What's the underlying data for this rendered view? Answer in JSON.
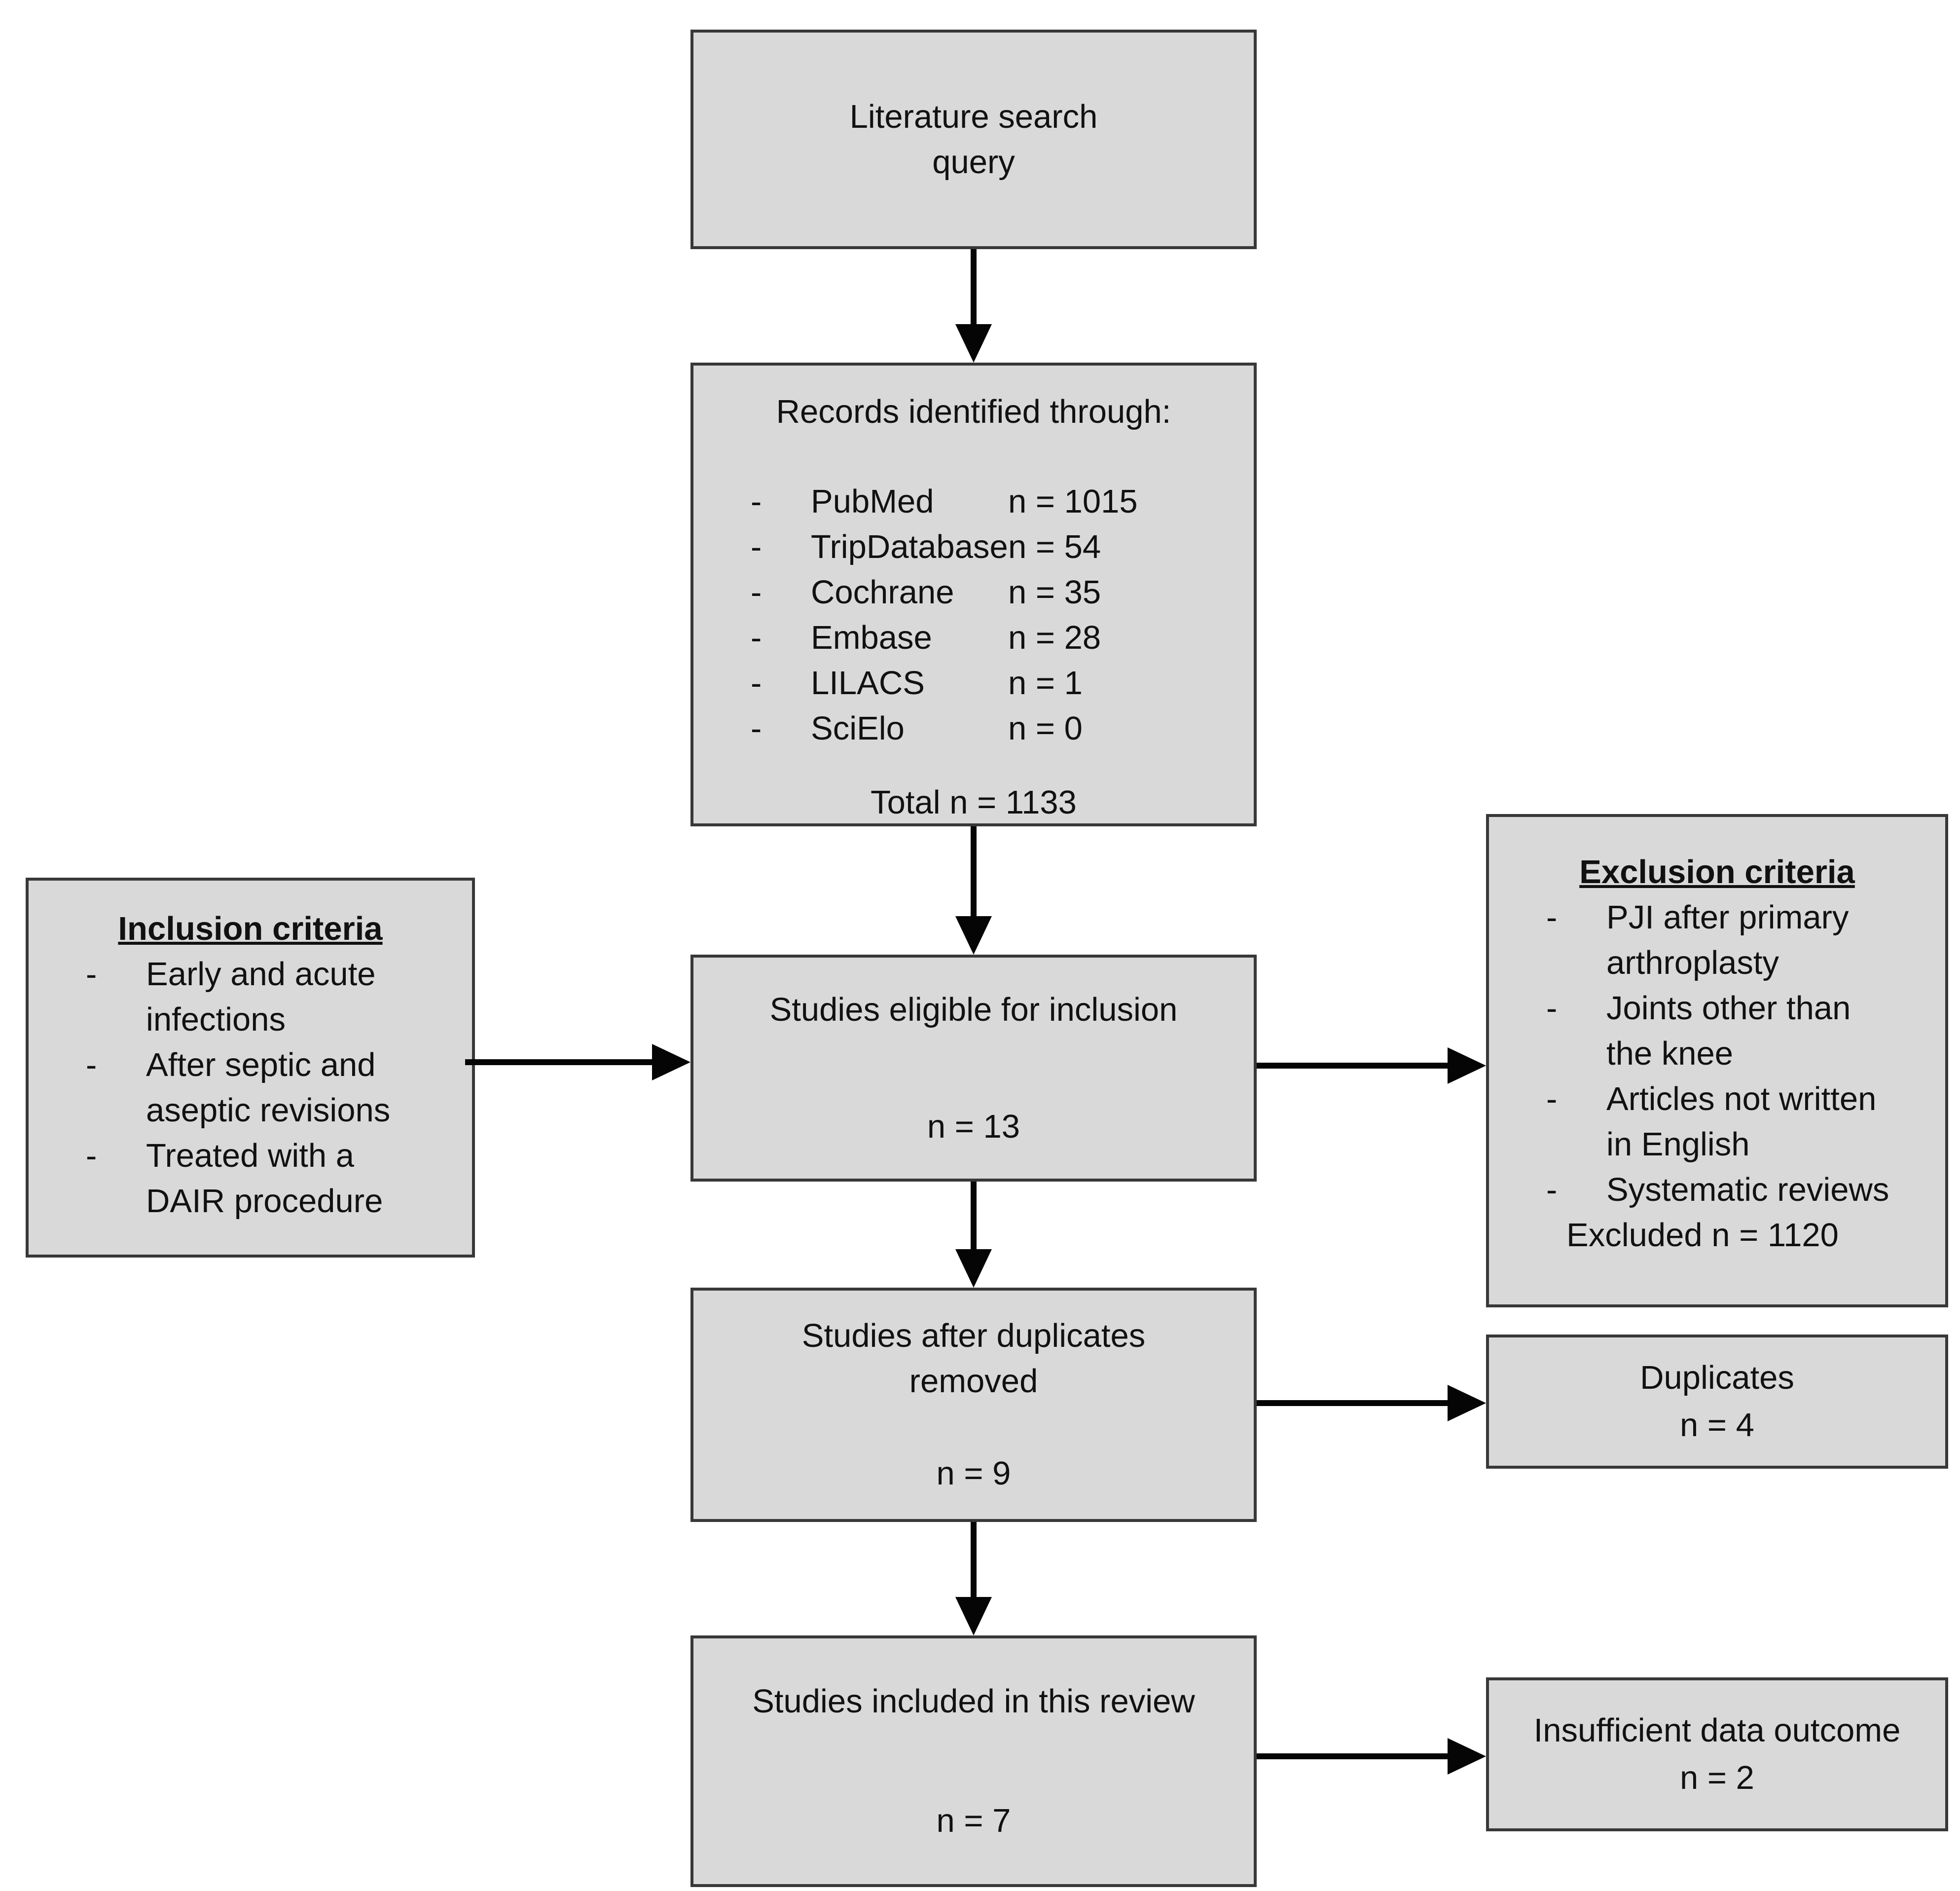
{
  "diagram": {
    "bullet": "-",
    "colors": {
      "box_fill": "#d9d9d9",
      "box_border": "#383838",
      "arrow": "#050505",
      "text": "#111111",
      "background": "#ffffff"
    },
    "literature": {
      "label": "Literature search\nquery"
    },
    "records": {
      "title": "Records identified through:",
      "items": [
        {
          "name": "PubMed",
          "value": "n = 1015"
        },
        {
          "name": "TripDatabase",
          "value": "n = 54"
        },
        {
          "name": "Cochrane",
          "value": "n = 35"
        },
        {
          "name": "Embase",
          "value": "n = 28"
        },
        {
          "name": "LILACS",
          "value": "n = 1"
        },
        {
          "name": "SciElo",
          "value": "n = 0"
        }
      ],
      "total": "Total n = 1133"
    },
    "inclusion": {
      "title": "Inclusion criteria",
      "items": [
        "Early and acute\ninfections",
        "After septic and\naseptic revisions",
        "Treated with a\nDAIR procedure"
      ]
    },
    "eligible": {
      "label": "Studies eligible for inclusion",
      "count": "n = 13"
    },
    "exclusion": {
      "title": "Exclusion criteria",
      "items": [
        "PJI after primary\narthroplasty",
        "Joints other than\nthe knee",
        "Articles not written\nin English",
        "Systematic reviews"
      ],
      "excluded": "Excluded n = 1120"
    },
    "duplicates_removed": {
      "label": "Studies after duplicates\nremoved",
      "count": "n = 9"
    },
    "duplicates": {
      "label": "Duplicates",
      "count": "n = 4"
    },
    "included": {
      "label": "Studies included in this review",
      "count": "n = 7"
    },
    "insufficient": {
      "label": "Insufficient data outcome",
      "count": "n = 2"
    }
  }
}
